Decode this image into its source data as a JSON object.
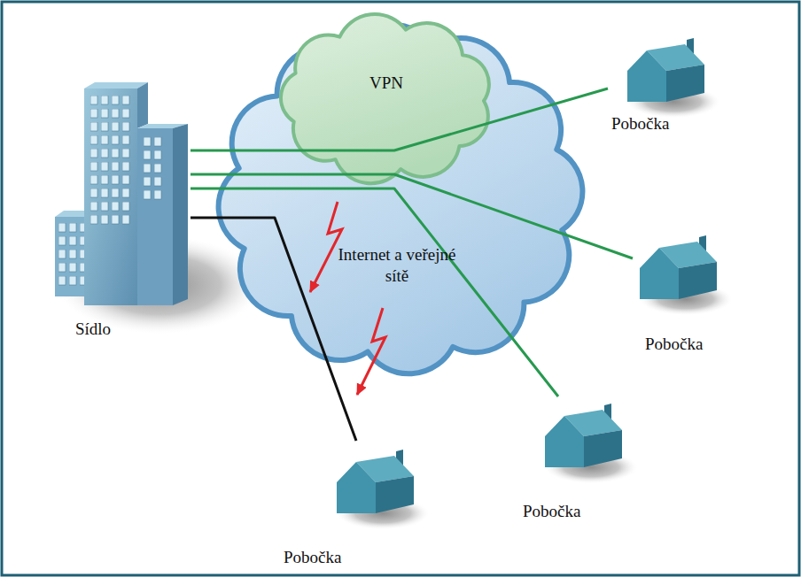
{
  "diagram": {
    "nodes": [
      {
        "text": [
          "Sídlo"
        ]
      },
      {
        "text": [
          "Internet a veřejné sítě"
        ]
      },
      {
        "text": [
          "VPN"
        ],
        "in": 1
      },
      {
        "text": [
          "Pobočka"
        ]
      },
      {
        "text": [
          "Pobočka"
        ]
      },
      {
        "text": [
          "Pobočka"
        ]
      },
      {
        "text": [
          "Pobočka"
        ]
      }
    ],
    "edges": [
      {
        "from": 0,
        "to": 3,
        "arrow": "none"
      },
      {
        "from": 0,
        "to": 4,
        "arrow": "none"
      },
      {
        "from": 0,
        "to": 5,
        "arrow": "none"
      },
      {
        "from": 0,
        "to": 6,
        "arrow": "none"
      }
    ]
  }
}
